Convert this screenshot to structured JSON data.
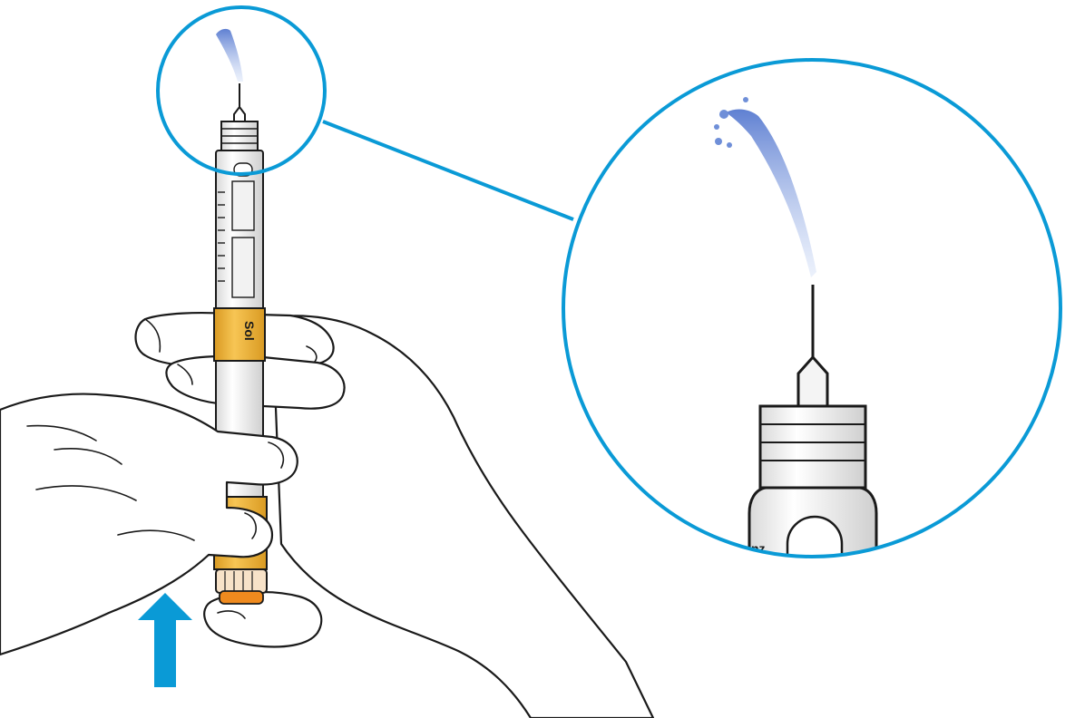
{
  "illustration": {
    "pen_label_text": "Sol",
    "zoom_tip_text": "nz",
    "colors": {
      "accent": "#0a9ad6",
      "liquid": "#6f8fd8",
      "pen_yellow": "#f3b63b",
      "pen_orange": "#ef8a1e",
      "outline": "#1a1a1a"
    },
    "icons": {
      "direction_arrow": "arrow-up-icon",
      "zoom_callout": "magnifier-circle"
    }
  }
}
